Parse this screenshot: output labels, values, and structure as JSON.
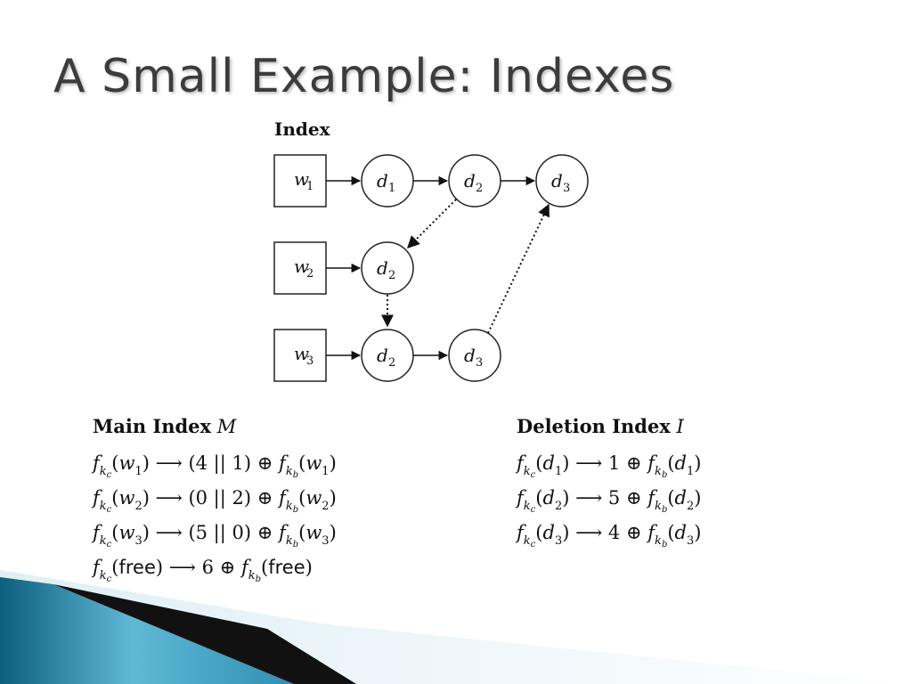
{
  "slide": {
    "title": "A Small Example: Indexes"
  },
  "diagram": {
    "heading": "Index",
    "word_nodes": [
      {
        "base": "w",
        "sub": "1"
      },
      {
        "base": "w",
        "sub": "2"
      },
      {
        "base": "w",
        "sub": "3"
      }
    ],
    "doc_nodes": [
      {
        "base": "d",
        "sub": "1"
      },
      {
        "base": "d",
        "sub": "2"
      },
      {
        "base": "d",
        "sub": "3"
      },
      {
        "base": "d",
        "sub": "2"
      },
      {
        "base": "d",
        "sub": "2"
      },
      {
        "base": "d",
        "sub": "3"
      }
    ]
  },
  "main_index": {
    "title_bold": "Main Index",
    "title_var": "M",
    "lines": [
      {
        "arg": "w",
        "argsub": "1",
        "pair": "(4 || 1)",
        "rarg": "w",
        "rargsub": "1"
      },
      {
        "arg": "w",
        "argsub": "2",
        "pair": "(0 || 2)",
        "rarg": "w",
        "rargsub": "2"
      },
      {
        "arg": "w",
        "argsub": "3",
        "pair": "(5 || 0)",
        "rarg": "w",
        "rargsub": "3"
      }
    ],
    "free_line": {
      "arg": "free",
      "value": "6",
      "rarg": "free"
    }
  },
  "deletion_index": {
    "title_bold": "Deletion Index",
    "title_var": "I",
    "lines": [
      {
        "arg": "d",
        "argsub": "1",
        "value": "1",
        "rarg": "d",
        "rargsub": "1"
      },
      {
        "arg": "d",
        "argsub": "2",
        "value": "5",
        "rarg": "d",
        "rargsub": "2"
      },
      {
        "arg": "d",
        "argsub": "3",
        "value": "4",
        "rarg": "d",
        "rargsub": "3"
      }
    ]
  },
  "symbols": {
    "f": "f",
    "k": "k",
    "c": "c",
    "b": "b",
    "arrow": "⟶",
    "oplus": "⊕",
    "lparen": "(",
    "rparen": ")"
  },
  "colors": {
    "title": "#3c3c3c",
    "band_dark": "#0d5f7e",
    "band_light": "#5fb9d6"
  }
}
